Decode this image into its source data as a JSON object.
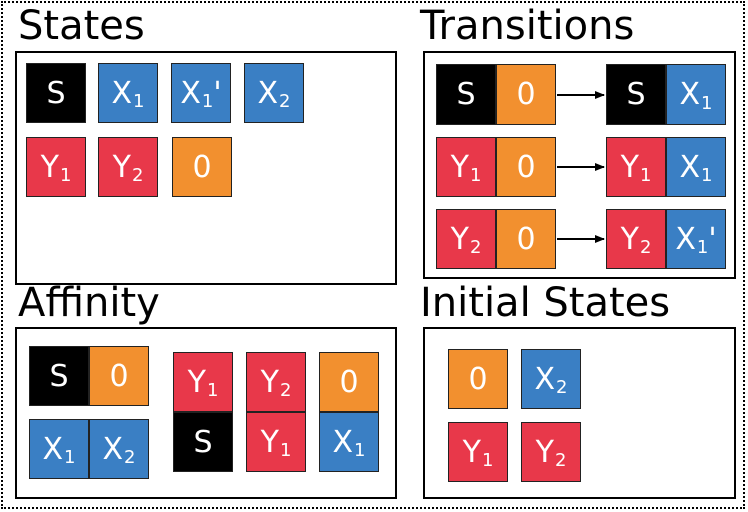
{
  "colors": {
    "S": "#000000",
    "X": "#3a7fc4",
    "Y": "#e8384a",
    "zero": "#f2902f"
  },
  "sections": {
    "states": {
      "title": "States"
    },
    "transitions": {
      "title": "Transitions"
    },
    "affinity": {
      "title": "Affinity"
    },
    "initial": {
      "title": "Initial States"
    }
  },
  "labels": {
    "S": "S",
    "zero": "0",
    "X": "X",
    "Y": "Y",
    "one": "1",
    "two": "2",
    "prime": "'"
  }
}
